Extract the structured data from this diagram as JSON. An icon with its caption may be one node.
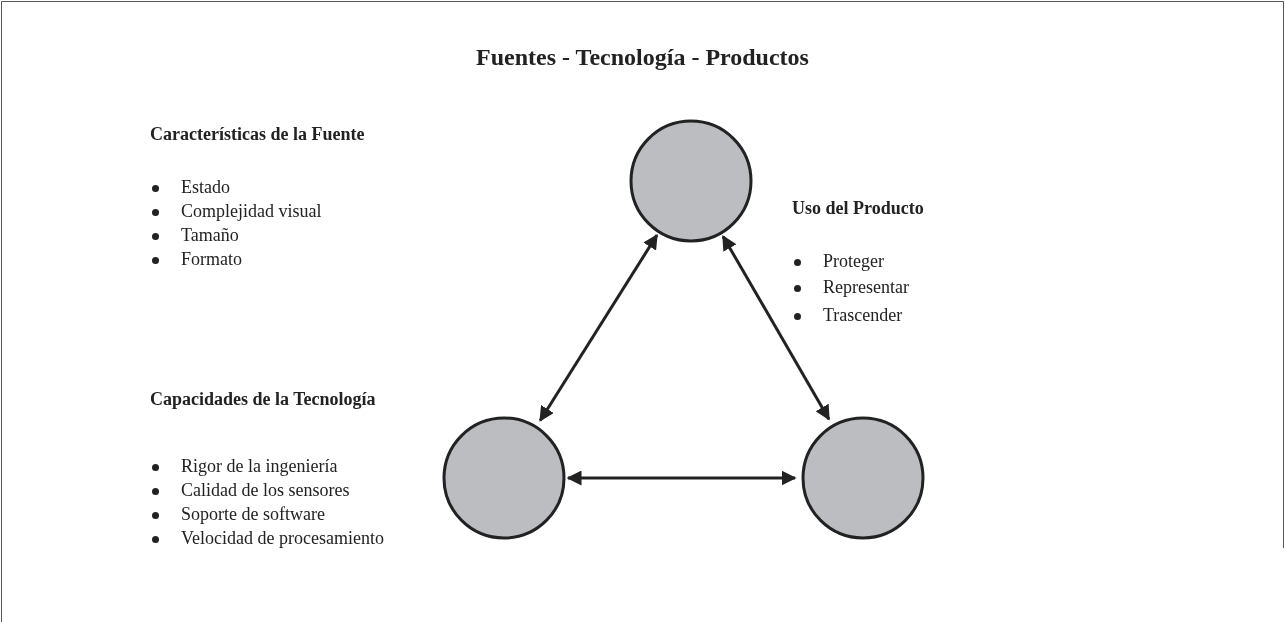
{
  "diagram": {
    "title": "Fuentes - Tecnología - Productos",
    "nodes": [
      {
        "text": [],
        "shape": "circle"
      },
      {
        "text": [],
        "shape": "circle"
      },
      {
        "text": [],
        "shape": "circle"
      }
    ],
    "edges": [
      {
        "from": 0,
        "to": 1,
        "arrow": "both"
      },
      {
        "from": 0,
        "to": 2,
        "arrow": "both"
      },
      {
        "from": 1,
        "to": 2,
        "arrow": "both"
      }
    ],
    "labels": [
      "Características de la Fuente",
      "Estado",
      "Complejidad visual",
      "Tamaño",
      "Formato",
      "Uso del Producto",
      "Proteger",
      "Representar",
      "Trascender",
      "Capacidades de la Tecnología",
      "Rigor de la ingeniería",
      "Calidad de los sensores",
      "Soporte de software",
      "Velocidad de procesamiento"
    ]
  }
}
